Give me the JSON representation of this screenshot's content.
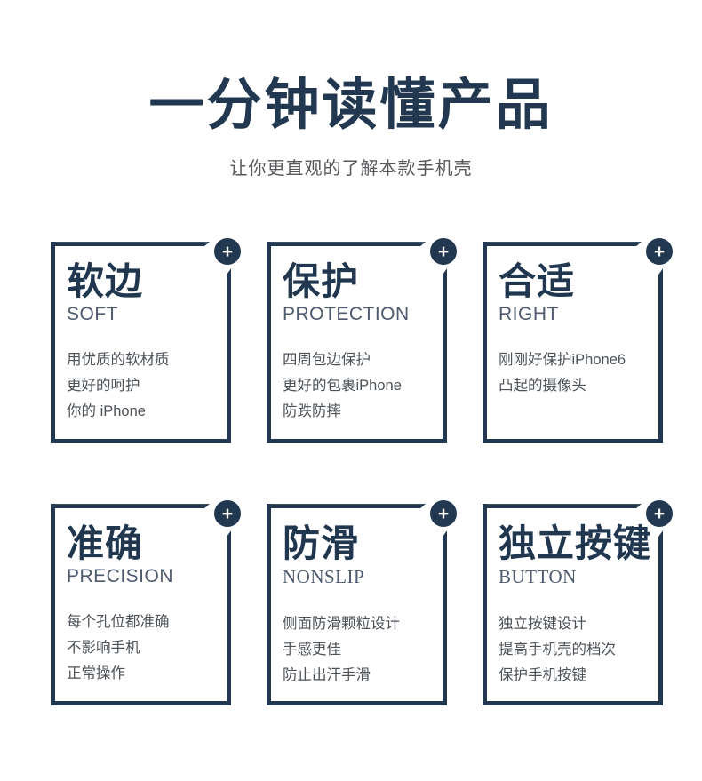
{
  "page": {
    "title": "一分钟读懂产品",
    "subtitle": "让你更直观的了解本款手机壳"
  },
  "colors": {
    "navy": "#223850",
    "heading": "#20374f",
    "english_label": "#4d5a6e",
    "body_text": "#4c5258",
    "subtitle_gray": "#57585b"
  },
  "icons": {
    "plus": "+"
  },
  "cards": [
    {
      "title": "软边",
      "subtitle": "SOFT",
      "lines": [
        "用优质的软材质",
        "更好的呵护",
        "你的 iPhone"
      ]
    },
    {
      "title": "保护",
      "subtitle": "PROTECTION",
      "lines": [
        "四周包边保护",
        "更好的包裹iPhone",
        "防跌防摔"
      ]
    },
    {
      "title": "合适",
      "subtitle": "RIGHT",
      "lines": [
        "刚刚好保护iPhone6",
        "凸起的摄像头"
      ]
    },
    {
      "title": "准确",
      "subtitle": "PRECISION",
      "lines": [
        "每个孔位都准确",
        "不影响手机",
        "正常操作"
      ]
    },
    {
      "title": "防滑",
      "subtitle": "NONSLIP",
      "serif": true,
      "lines": [
        "侧面防滑颗粒设计",
        "手感更佳",
        "防止出汗手滑"
      ]
    },
    {
      "title": "独立按键",
      "subtitle": "BUTTON",
      "serif": true,
      "lines": [
        "独立按键设计",
        "提高手机壳的档次",
        "保护手机按键"
      ]
    }
  ]
}
